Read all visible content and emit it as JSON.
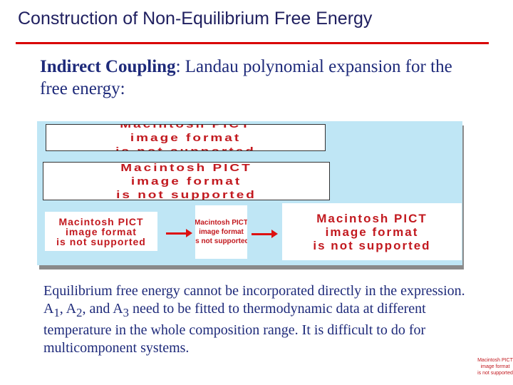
{
  "title": "Construction of Non-Equilibrium Free Energy",
  "intro": {
    "bold": "Indirect Coupling",
    "rest": ": Landau polynomial expansion for the free energy:"
  },
  "pict_placeholder": {
    "line1": "Macintosh PICT",
    "line2": "image format",
    "line3": "is not supported"
  },
  "body": {
    "part1": "Equilibrium free energy cannot be incorporated directly in the expression. A",
    "sub1": "1",
    "part2": ", A",
    "sub2": "2",
    "part3": ", and A",
    "sub3": "3",
    "part4": " need to be fitted to thermodynamic data at different temperature in the whole composition range. It is difficult to do for multicomponent systems."
  },
  "colors": {
    "title_rule": "#d90000",
    "text": "#1e2a7a",
    "panel": "#bfe6f5",
    "pict_text": "#c2191f"
  }
}
